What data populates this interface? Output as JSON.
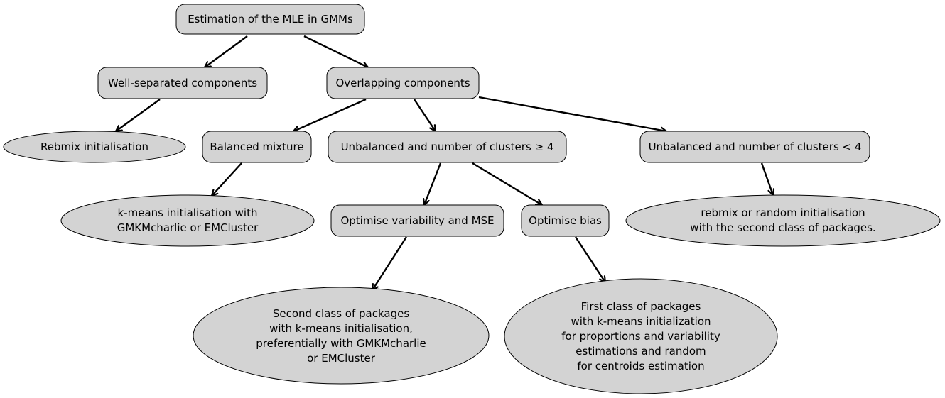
{
  "colors": {
    "node_fill": "#d3d3d3",
    "stroke": "#000000",
    "background": "#ffffff"
  },
  "nodes": {
    "root": {
      "lines": [
        "Estimation of the MLE in GMMs"
      ]
    },
    "well_separated": {
      "lines": [
        "Well-separated components"
      ]
    },
    "overlapping": {
      "lines": [
        "Overlapping components"
      ]
    },
    "rebmix_init": {
      "lines": [
        "Rebmix initialisation"
      ]
    },
    "balanced": {
      "lines": [
        "Balanced mixture"
      ]
    },
    "unbalanced_ge4": {
      "lines": [
        "Unbalanced and number of clusters ≥ 4"
      ]
    },
    "unbalanced_lt4": {
      "lines": [
        "Unbalanced and number of clusters < 4"
      ]
    },
    "kmeans_init": {
      "lines": [
        "k-means initialisation with",
        "GMKMcharlie or EMCluster"
      ]
    },
    "optimise_var": {
      "lines": [
        "Optimise variability and MSE"
      ]
    },
    "optimise_bias": {
      "lines": [
        "Optimise bias"
      ]
    },
    "rebmix_random": {
      "lines": [
        "rebmix or random initialisation",
        "with the second class of packages."
      ]
    },
    "second_class": {
      "lines": [
        "Second class of packages",
        "with k-means initialisation,",
        "preferentially with GMKMcharlie",
        "or EMCluster"
      ]
    },
    "first_class": {
      "lines": [
        "First class of packages",
        "with k-means initialization",
        "for proportions and variability",
        "estimations and random",
        "for centroids estimation"
      ]
    }
  },
  "edges": [
    {
      "from": "root",
      "to": "well_separated"
    },
    {
      "from": "root",
      "to": "overlapping"
    },
    {
      "from": "well_separated",
      "to": "rebmix_init"
    },
    {
      "from": "overlapping",
      "to": "balanced"
    },
    {
      "from": "overlapping",
      "to": "unbalanced_ge4"
    },
    {
      "from": "overlapping",
      "to": "unbalanced_lt4"
    },
    {
      "from": "balanced",
      "to": "kmeans_init"
    },
    {
      "from": "unbalanced_ge4",
      "to": "optimise_var"
    },
    {
      "from": "unbalanced_ge4",
      "to": "optimise_bias"
    },
    {
      "from": "unbalanced_lt4",
      "to": "rebmix_random"
    },
    {
      "from": "optimise_var",
      "to": "second_class"
    },
    {
      "from": "optimise_bias",
      "to": "first_class"
    }
  ]
}
